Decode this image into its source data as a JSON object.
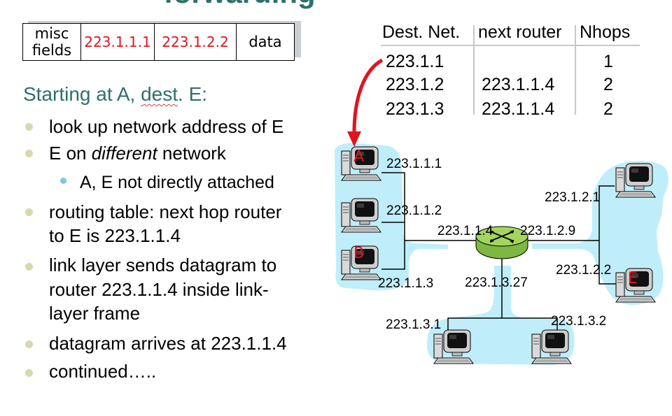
{
  "slide": {
    "title_partial": "forwarding"
  },
  "datagram": {
    "fields": [
      "misc fields",
      "223.1.1.1",
      "223.1.2.2",
      "data"
    ]
  },
  "heading": {
    "prefix": "Starting at A, ",
    "dest_word": "dest",
    "suffix": ". E:"
  },
  "bullets": [
    {
      "text": "look up network address of E"
    },
    {
      "prefix": "E on ",
      "italic": "different",
      "suffix": " network"
    },
    {
      "text": "A, E not directly attached"
    },
    {
      "line1": "routing table: next hop router",
      "line2": "to E is 223.1.1.4"
    },
    {
      "line1": "link layer sends datagram to",
      "line2": "router 223.1.1.4 inside link-",
      "line3": "layer frame"
    },
    {
      "text": "datagram arrives at 223.1.1.4"
    },
    {
      "text": "continued….."
    }
  ],
  "routing_table": {
    "headers": [
      "Dest. Net.",
      "next router",
      "Nhops"
    ],
    "rows": [
      {
        "dest": "223.1.1",
        "next": "",
        "hops": "1"
      },
      {
        "dest": "223.1.2",
        "next": "223.1.1.4",
        "hops": "2"
      },
      {
        "dest": "223.1.3",
        "next": "223.1.1.4",
        "hops": "2"
      }
    ]
  },
  "network": {
    "hosts": [
      {
        "letter": "A",
        "ip": "223.1.1.1"
      },
      {
        "letter": "",
        "ip": "223.1.1.2"
      },
      {
        "letter": "B",
        "ip": "223.1.1.3"
      },
      {
        "letter": "",
        "ip": "223.1.2.1"
      },
      {
        "letter": "E",
        "ip": "223.1.2.2"
      },
      {
        "letter": "",
        "ip": "223.1.3.1"
      },
      {
        "letter": "",
        "ip": "223.1.3.2"
      }
    ],
    "router_interfaces": [
      "223.1.1.4",
      "223.1.2.9",
      "223.1.3.27"
    ]
  },
  "colors": {
    "heading": "#2e6f6b",
    "address_red": "#e0141e",
    "subnet_fill": "#bfeefa",
    "router_fill": "#a4d65e",
    "arrow": "#e0141e"
  }
}
